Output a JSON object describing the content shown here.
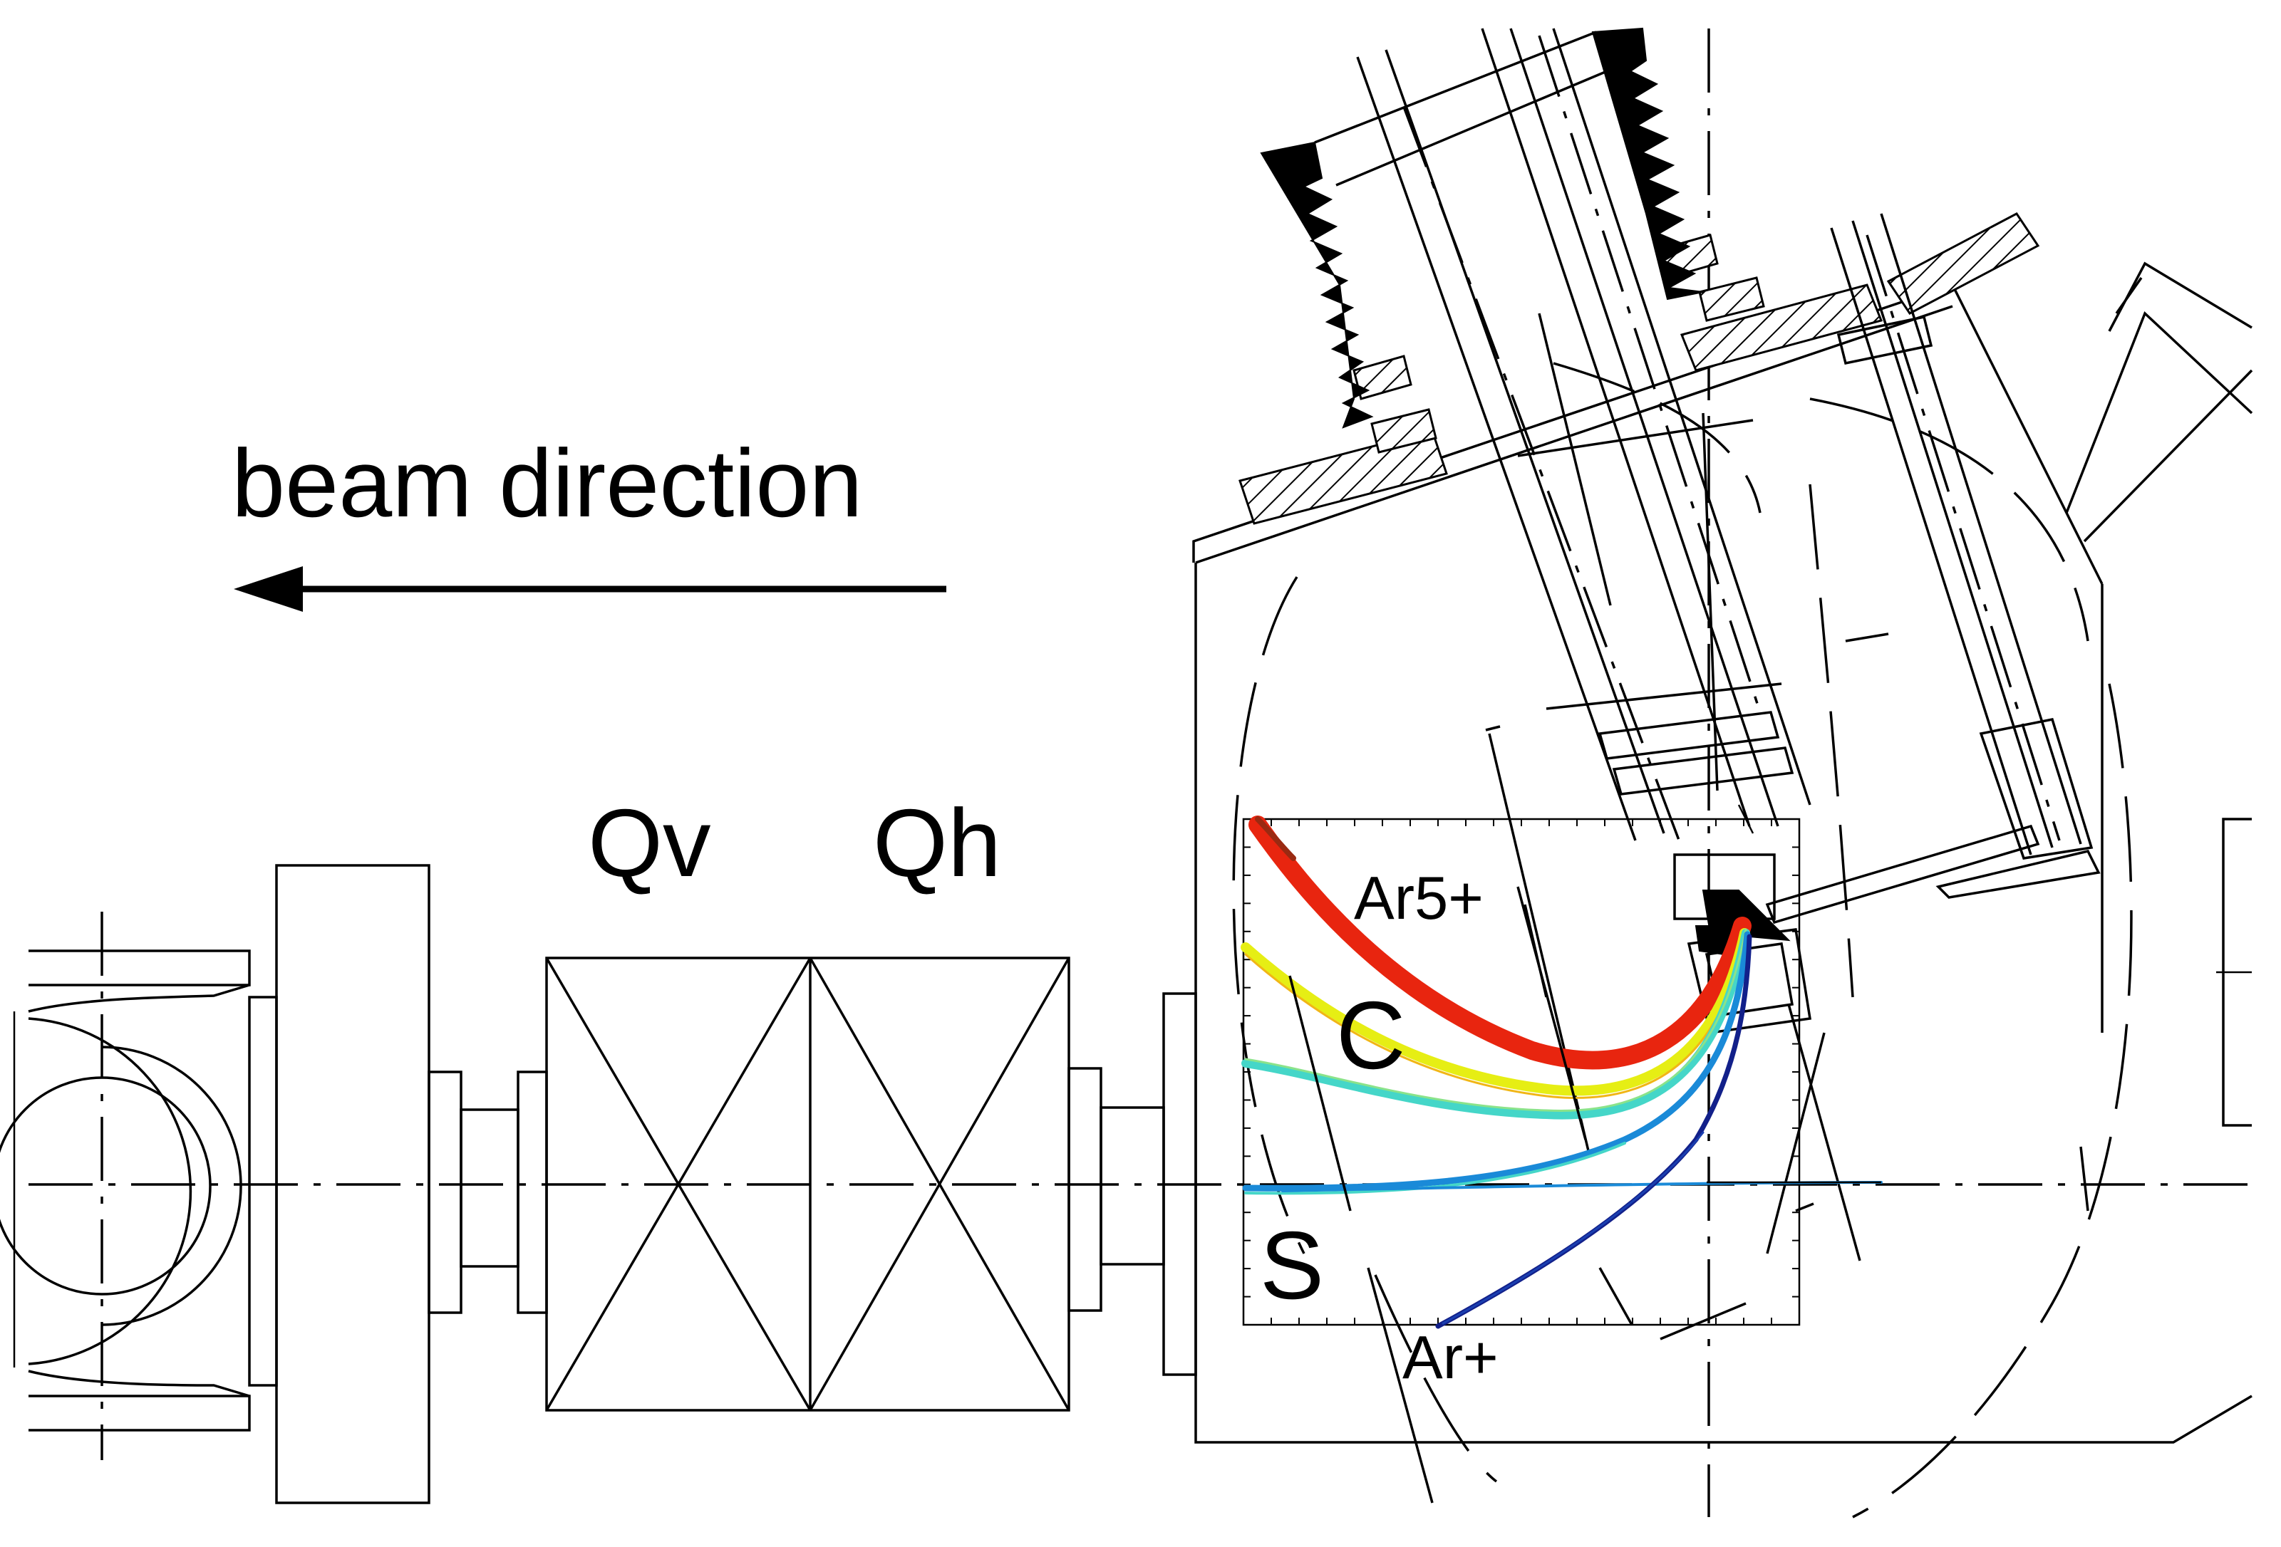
{
  "labels": {
    "beam_direction": "beam direction",
    "magnet_left": "Qv",
    "magnet_right": "Qh",
    "chamber": "C",
    "screen": "S",
    "ion_top": "Ar5+",
    "ion_bottom": "Ar+"
  },
  "colors": {
    "line": "#000000",
    "background": "#ffffff",
    "trajectories": [
      "#e8250f",
      "#e6ee14",
      "#45d6c8",
      "#1a8ad8",
      "#1a3fb0",
      "#12208a"
    ]
  }
}
